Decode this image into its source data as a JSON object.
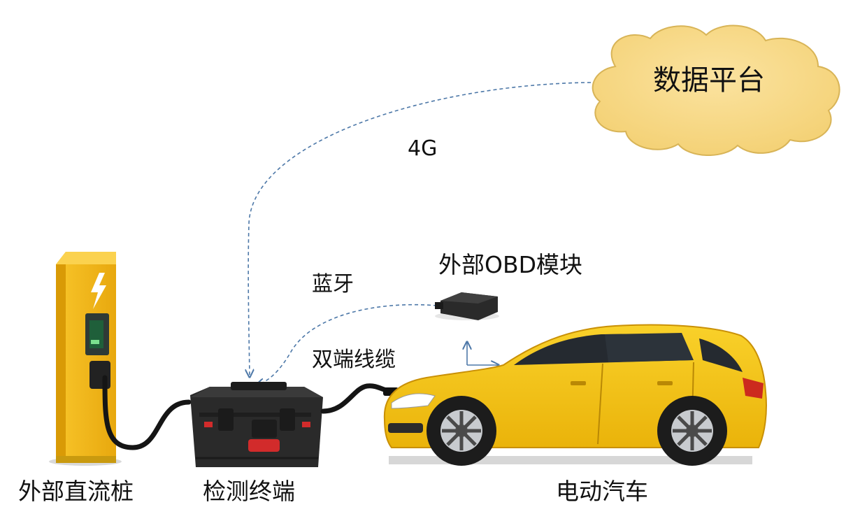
{
  "labels": {
    "platform": "数据平台",
    "network": "4G",
    "bluetooth": "蓝牙",
    "obd": "外部OBD模块",
    "cable": "双端线缆",
    "charger": "外部直流桩",
    "terminal": "检测终端",
    "car": "电动汽车"
  },
  "colors": {
    "cloud_fill": "#f7d77f",
    "charger_yellow": "#f4b718",
    "car_yellow": "#f6c414",
    "link_blue": "#4d78a8",
    "case_black": "#2a2a2a",
    "latch_red": "#d22b2b"
  }
}
